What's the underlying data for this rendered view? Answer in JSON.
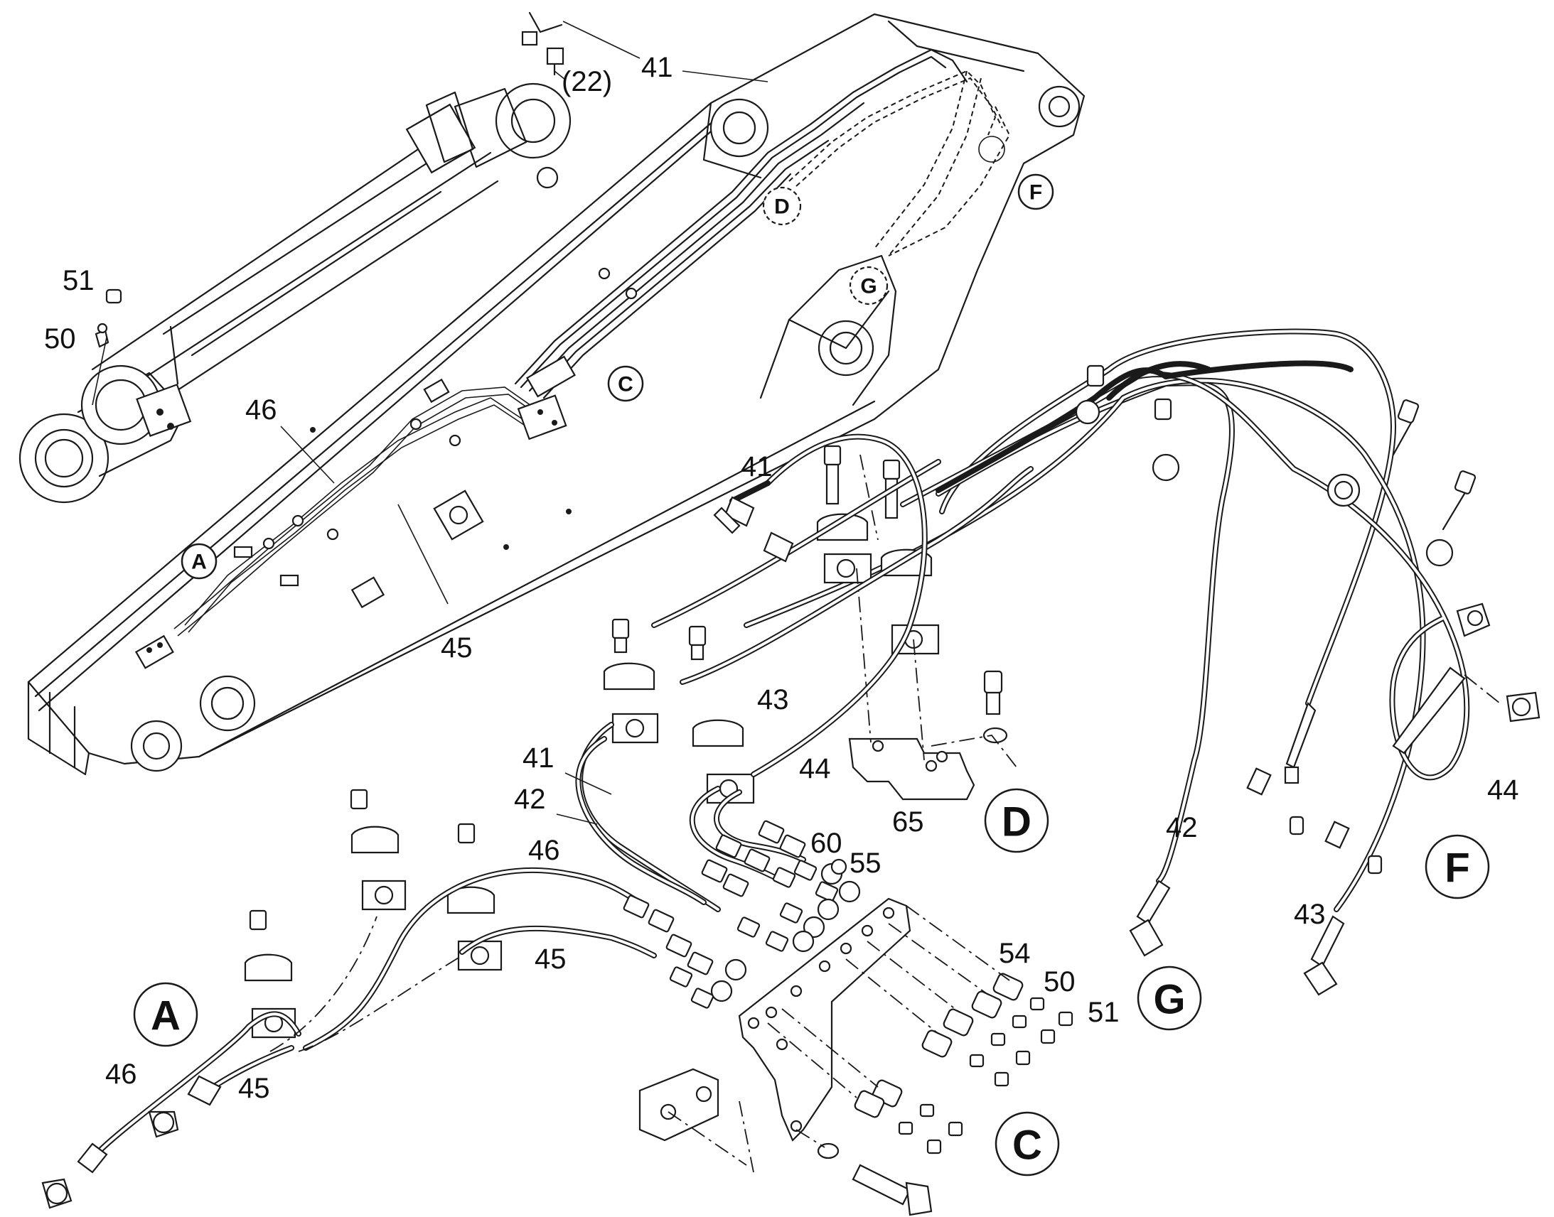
{
  "labels": {
    "p41_top": "41",
    "p22": "(22)",
    "p51_left": "51",
    "p50_left": "50",
    "p46_boom": "46",
    "p45_boom": "45",
    "p41_clamp": "41",
    "p43_mid": "43",
    "p41_mid": "41",
    "p42_mid": "42",
    "p44_mid": "44",
    "p65": "65",
    "p60": "60",
    "p55": "55",
    "p46_A": "46",
    "p45_A": "45",
    "p54": "54",
    "p50_C": "50",
    "p51_C": "51",
    "p46_A_end": "46",
    "p45_A_end": "45",
    "p42_G": "42",
    "p43_G": "43",
    "p44_F": "44"
  },
  "details": {
    "A_boom": "A",
    "C_boom": "C",
    "D_boom": "D",
    "F_boom": "F",
    "G_boom": "G",
    "A_detail": "A",
    "C_detail": "C",
    "D_detail": "D",
    "F_detail": "F",
    "G_detail": "G"
  }
}
